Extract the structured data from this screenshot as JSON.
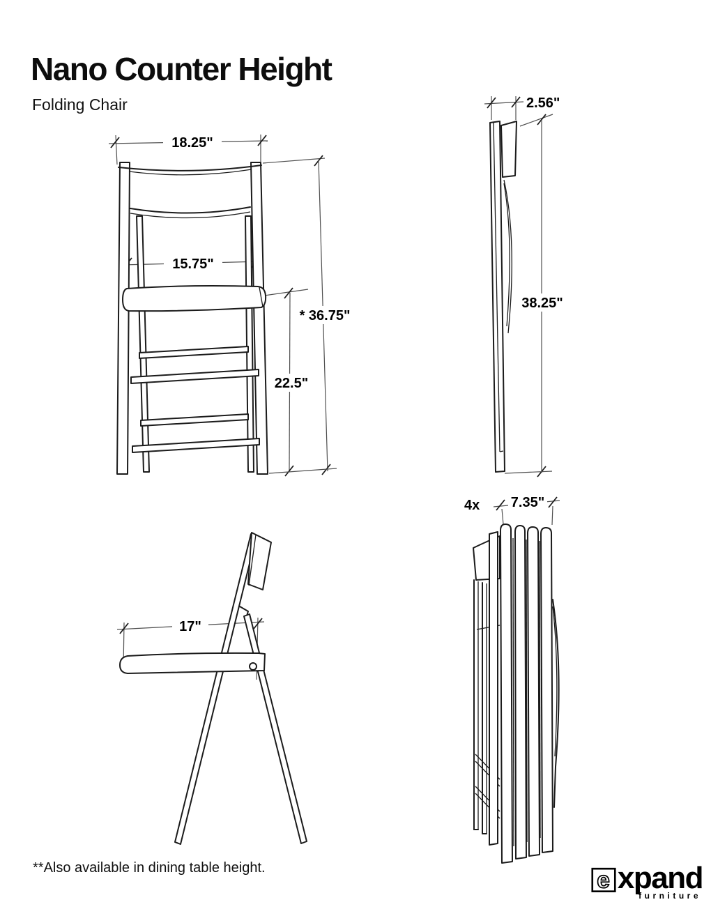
{
  "header": {
    "title": "Nano Counter Height",
    "subtitle": "Folding Chair"
  },
  "front_view": {
    "width_top": "18.25\"",
    "back_width": "15.75\"",
    "total_height": "* 36.75\"",
    "seat_height": "22.5\""
  },
  "profile_view": {
    "depth": "2.56\"",
    "folded_height": "38.25\""
  },
  "side_view": {
    "seat_depth": "17\""
  },
  "stack_view": {
    "quantity": "4x",
    "stack_width": "7.35\""
  },
  "footer": {
    "note": "**Also available in dining table height."
  },
  "logo": {
    "e": "e",
    "name": "xpand",
    "tagline": "furniture"
  },
  "colors": {
    "line": "#1b1b1b",
    "dimension_line": "#4f4f4f",
    "background": "#ffffff"
  }
}
